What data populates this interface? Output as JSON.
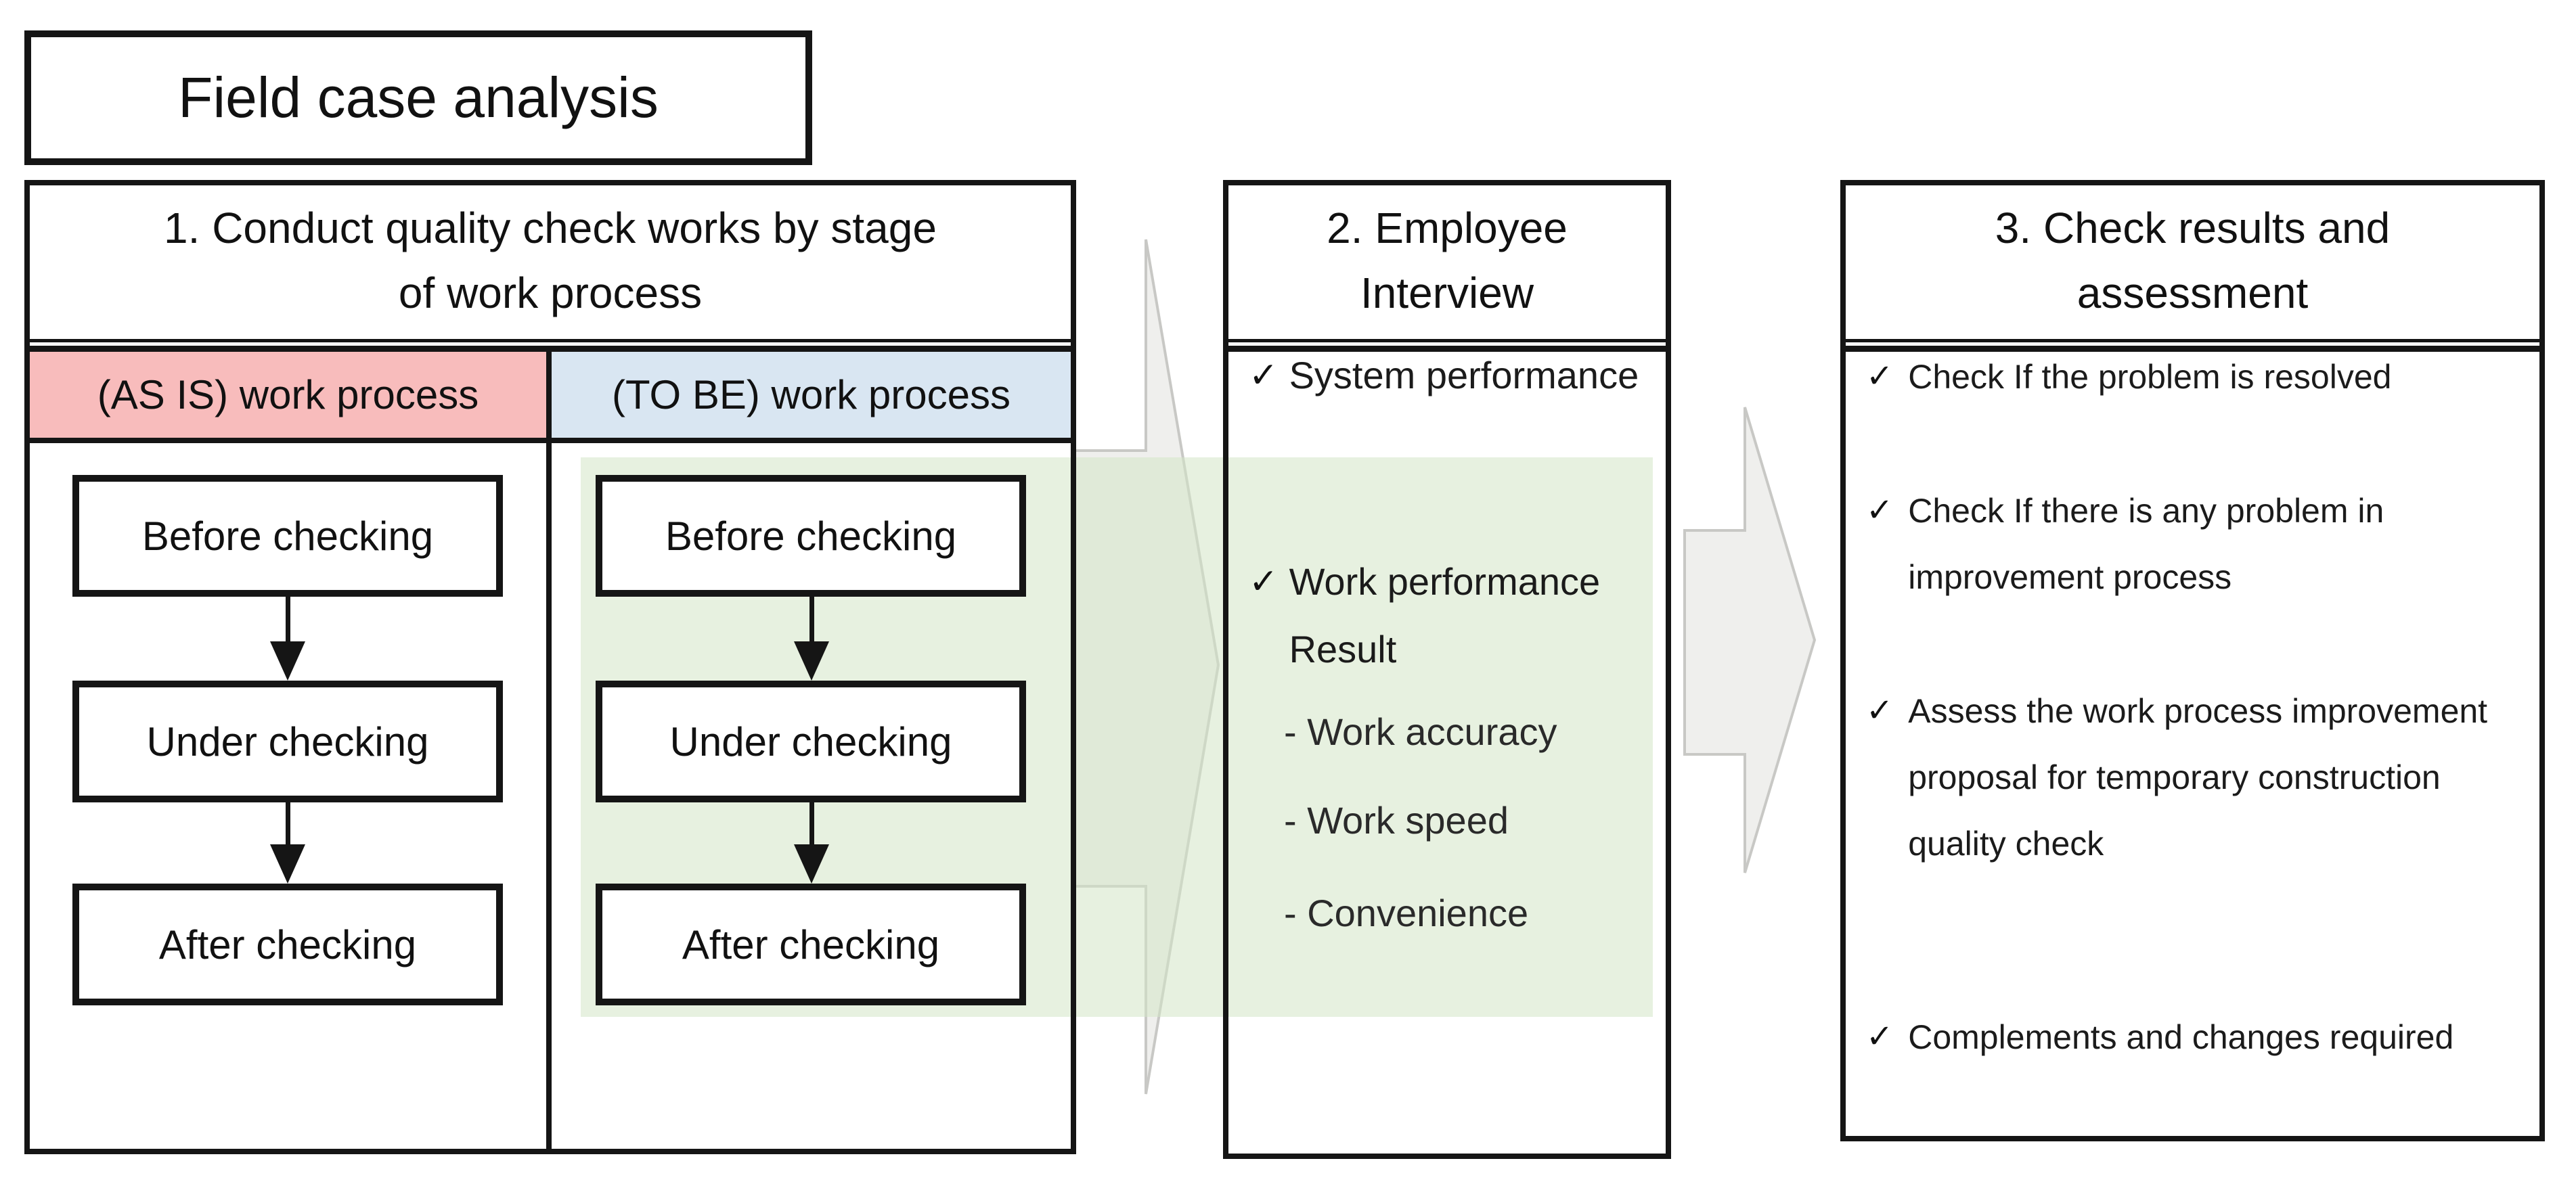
{
  "title": "Field case analysis",
  "glyphs": {
    "check": "✓"
  },
  "colors": {
    "as_is_header_bg": "#f8bcbc",
    "to_be_header_bg": "#d9e6f2",
    "highlight_green": "#e8f1e2",
    "flow_arrow_gray": "#efefed",
    "border_black": "#151515"
  },
  "panel1": {
    "header_line1": "1. Conduct quality check works by stage",
    "header_line2": "of work process",
    "as_is": {
      "label": "(AS IS) work process",
      "steps": [
        "Before checking",
        "Under checking",
        "After checking"
      ]
    },
    "to_be": {
      "label": "(TO BE) work process",
      "steps": [
        "Before checking",
        "Under checking",
        "After checking"
      ]
    }
  },
  "panel2": {
    "header_line1": "2. Employee",
    "header_line2": "Interview",
    "items": [
      "System performance",
      "Work performance Result"
    ],
    "subitems": [
      "- Work accuracy",
      "- Work speed",
      "- Convenience"
    ]
  },
  "panel3": {
    "header_line1": "3. Check results and",
    "header_line2": "assessment",
    "items": [
      "Check If the problem is resolved",
      "Check If there is any problem in improvement process",
      "Assess the work process improvement proposal for temporary construction quality check",
      "Complements and changes required"
    ]
  }
}
